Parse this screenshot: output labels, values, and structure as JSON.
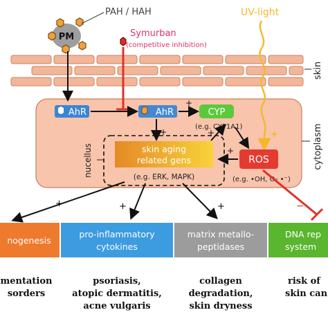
{
  "labels": {
    "pah_hah": "PAH / HAH",
    "pm": "PM",
    "symurban": "Symurban",
    "symurban_note": "(competitive inhibition)",
    "uv_light": "UV-light",
    "skin": "skin",
    "cytoplasm": "cytoplasm",
    "nucleus": "nucellus"
  },
  "nodes": {
    "ahr_left": "AhR",
    "ahr_right": "AhR",
    "cyp": "CYP",
    "cyp_example": "(e.g. CYP1A1)",
    "ros": "ROS",
    "ros_example": "(e.g. •OH, O₂ •⁻)",
    "genes_line1": "skin aging",
    "genes_line2": "related gens",
    "genes_example": "(e.g. ERK, MAPK)"
  },
  "signs": {
    "plus": "+",
    "minus": "−"
  },
  "boxes": [
    {
      "lines": [
        "nogenesis"
      ],
      "color": "#ee7a2e"
    },
    {
      "lines": [
        "pro-inflammatory",
        "cytokines"
      ],
      "color": "#3d9be0"
    },
    {
      "lines": [
        "matrix metallo-",
        "peptidases"
      ],
      "color": "#9c9c9c"
    },
    {
      "lines": [
        "DNA rep",
        "system"
      ],
      "color": "#5ab52f"
    }
  ],
  "outcomes": [
    [
      "mentation",
      "sorders"
    ],
    [
      "psoriasis,",
      "atopic dermatitis,",
      "acne vulgaris"
    ],
    [
      "collagen",
      "degradation,",
      "skin dryness"
    ],
    [
      "risk of",
      "skin can"
    ]
  ],
  "colors": {
    "skin_brick": "#f2b79a",
    "cell_fill": "#f8c4ab",
    "ahr_blue": "#3a86d4",
    "cyp_green": "#5cc93c",
    "ros_red": "#e33b32",
    "genes_orange": "#f2a03a",
    "uv_yellow": "#f5b82a",
    "inhibit_red": "#e0302a",
    "symurban_pink": "#d8326a",
    "hexagon": "#f0a23a"
  }
}
